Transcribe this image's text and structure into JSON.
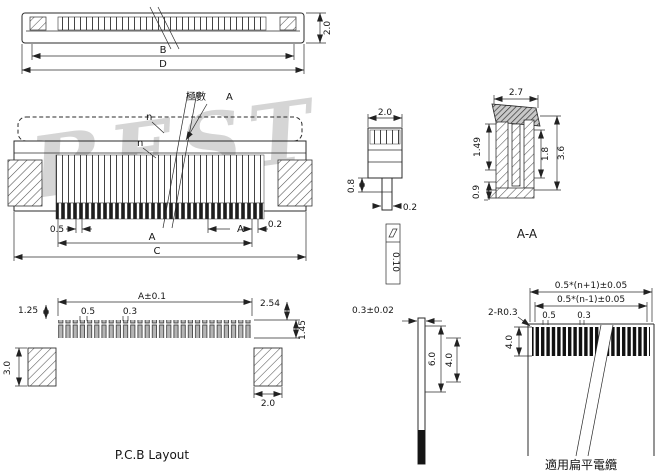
{
  "watermark": "BEST",
  "top_view": {
    "dim_height": "2.0",
    "dim_b": "B",
    "dim_d": "D"
  },
  "front_view": {
    "poles_label": "極數",
    "poles_ref": "A",
    "n_top": "n",
    "n_bottom": "n",
    "dim_pitch": "0.5",
    "dim_end": "0.2",
    "dim_a_ref": "A",
    "dim_a": "A",
    "dim_c": "C"
  },
  "pcb_layout": {
    "dim_a": "A±0.1",
    "dim_125": "1.25",
    "dim_05": "0.5",
    "dim_03": "0.3",
    "dim_254": "2.54",
    "dim_145": "1.45",
    "dim_30": "3.0",
    "dim_20": "2.0",
    "caption": "P.C.B Layout"
  },
  "side_view": {
    "dim_20": "2.0",
    "dim_08": "0.8",
    "dim_02": "0.2",
    "flatness": "0.10"
  },
  "section_aa": {
    "dim_27": "2.7",
    "dim_149": "1.49",
    "dim_18": "1.8",
    "dim_36": "3.6",
    "dim_09": "0.9",
    "caption": "A-A"
  },
  "cable_side": {
    "dim_03": "0.3±0.02",
    "dim_60": "6.0",
    "dim_40": "4.0"
  },
  "cable_top": {
    "dim_np1": "0.5*(n+1)±0.05",
    "dim_nm1": "0.5*(n-1)±0.05",
    "dim_r": "2-R0.3",
    "dim_05": "0.5",
    "dim_03": "0.3",
    "dim_40": "4.0",
    "caption": "適用扁平電纜"
  }
}
